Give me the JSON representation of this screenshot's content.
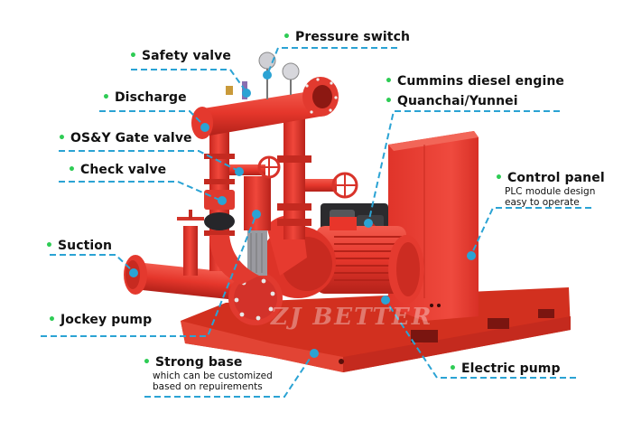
{
  "diagram": {
    "subject": "Fire pump set with electric pump, diesel engine, jockey pump and control panel",
    "watermark": "ZJ BETTER",
    "colors": {
      "machine_red": "#e8352a",
      "machine_dark": "#b4241c",
      "leader_line": "#2ba3d4",
      "bullet": "#2ecc55",
      "text": "#111111"
    },
    "labels": [
      {
        "id": "safety-valve",
        "title": "Safety valve"
      },
      {
        "id": "pressure-switch",
        "title": "Pressure switch"
      },
      {
        "id": "discharge",
        "title": "Discharge"
      },
      {
        "id": "diesel-engine",
        "title": "Cummins diesel engine",
        "title2": "Quanchai/Yunnei"
      },
      {
        "id": "osy-gate-valve",
        "title": "OS&Y Gate valve"
      },
      {
        "id": "check-valve",
        "title": "Check valve"
      },
      {
        "id": "control-panel",
        "title": "Control panel",
        "sub1": "PLC module design",
        "sub2": "easy to operate"
      },
      {
        "id": "suction",
        "title": "Suction"
      },
      {
        "id": "jockey-pump",
        "title": "Jockey pump"
      },
      {
        "id": "strong-base",
        "title": "Strong base",
        "sub1": "which can be customized",
        "sub2": "based on repuirements"
      },
      {
        "id": "electric-pump",
        "title": "Electric pump"
      }
    ],
    "bullet_glyph": "•"
  }
}
